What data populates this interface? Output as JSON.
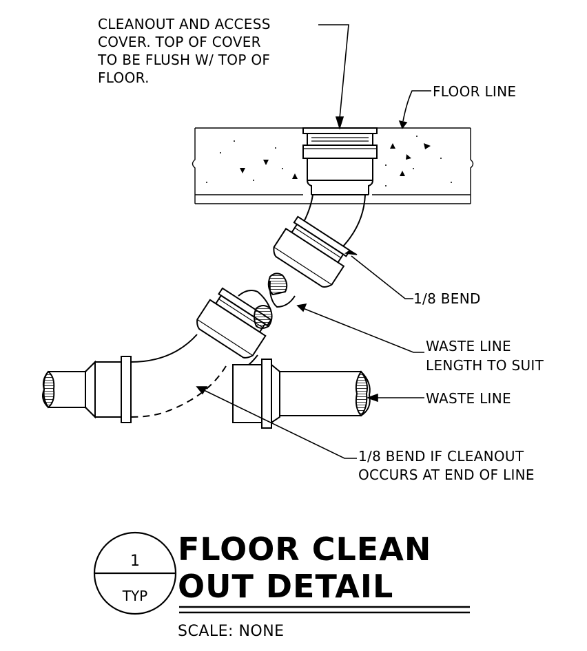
{
  "notes": {
    "cleanout": [
      "CLEANOUT AND ACCESS",
      "COVER. TOP OF COVER",
      "TO BE FLUSH W/ TOP OF",
      "FLOOR."
    ],
    "floor_line": "FLOOR LINE",
    "bend": "1/8  BEND",
    "waste_length": [
      "WASTE LINE",
      "LENGTH TO SUIT"
    ],
    "waste_line": "WASTE LINE",
    "bend_end": [
      "1/8 BEND IF CLEANOUT",
      "OCCURS AT END OF LINE"
    ]
  },
  "title": {
    "line1": "FLOOR CLEAN",
    "line2": "OUT DETAIL",
    "scale": "SCALE: NONE"
  },
  "bubble": {
    "number": "1",
    "ref": "TYP"
  }
}
